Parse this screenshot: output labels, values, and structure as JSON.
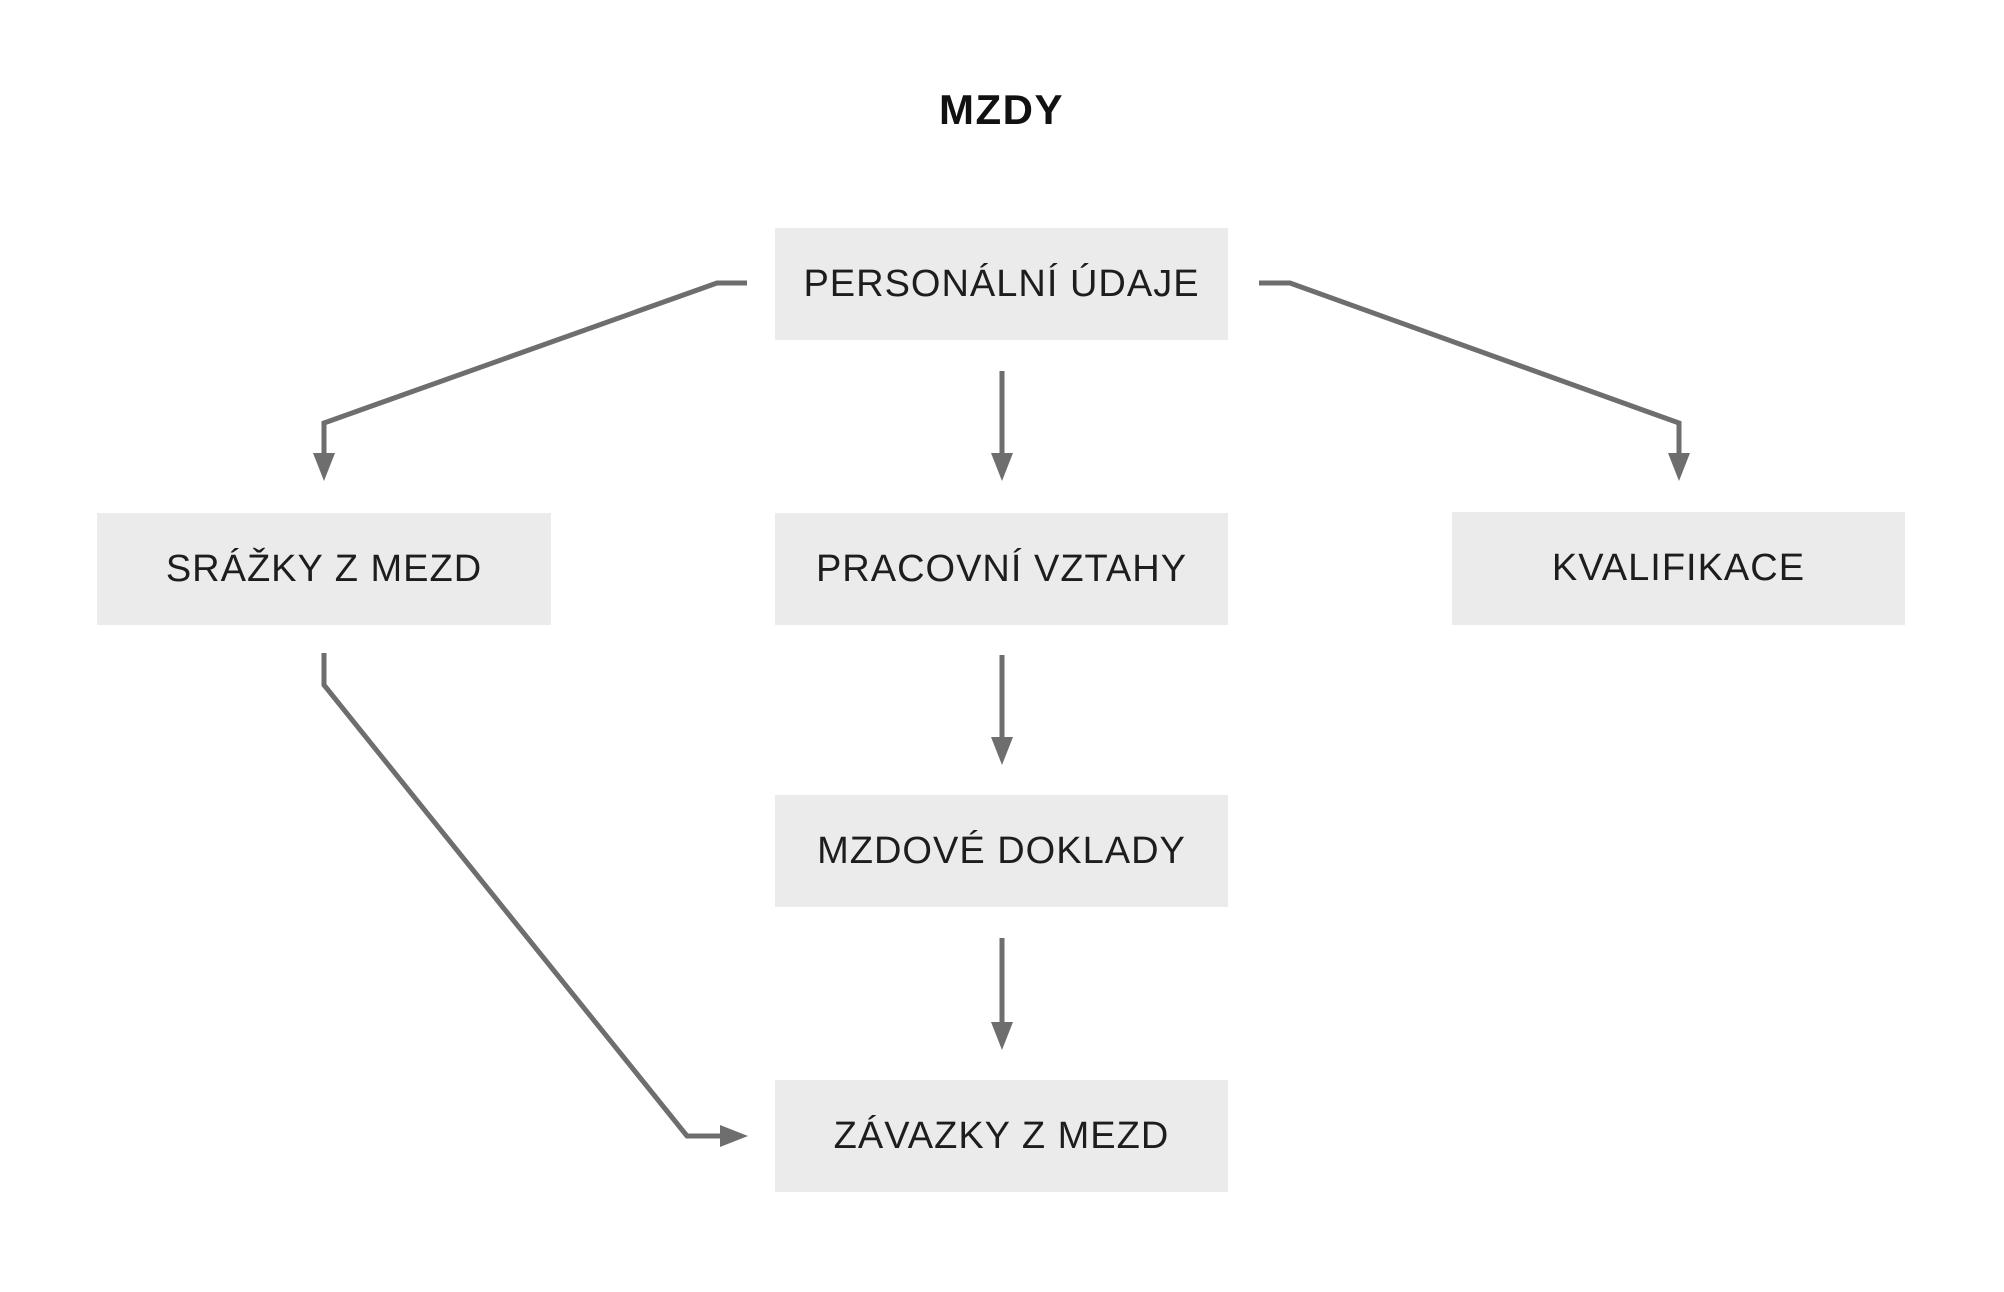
{
  "diagram": {
    "title": "MZDY",
    "nodes": [
      {
        "id": "personalni-udaje",
        "label": "PERSONÁLNÍ ÚDAJE"
      },
      {
        "id": "srazky-z-mezd",
        "label": "SRÁŽKY Z MEZD"
      },
      {
        "id": "pracovni-vztahy",
        "label": "PRACOVNÍ VZTAHY"
      },
      {
        "id": "kvalifikace",
        "label": "KVALIFIKACE"
      },
      {
        "id": "mzdove-doklady",
        "label": "MZDOVÉ DOKLADY"
      },
      {
        "id": "zavazky-z-mezd",
        "label": "ZÁVAZKY Z MEZD"
      }
    ],
    "edges": [
      {
        "from": "personalni-udaje",
        "to": "srazky-z-mezd"
      },
      {
        "from": "personalni-udaje",
        "to": "pracovni-vztahy"
      },
      {
        "from": "personalni-udaje",
        "to": "kvalifikace"
      },
      {
        "from": "pracovni-vztahy",
        "to": "mzdove-doklady"
      },
      {
        "from": "mzdove-doklady",
        "to": "zavazky-z-mezd"
      },
      {
        "from": "srazky-z-mezd",
        "to": "zavazky-z-mezd"
      }
    ],
    "colors": {
      "background": "#ffffff",
      "node_fill": "#ebebeb",
      "node_text": "#1d1d1d",
      "arrow": "#6e6e6e"
    }
  }
}
